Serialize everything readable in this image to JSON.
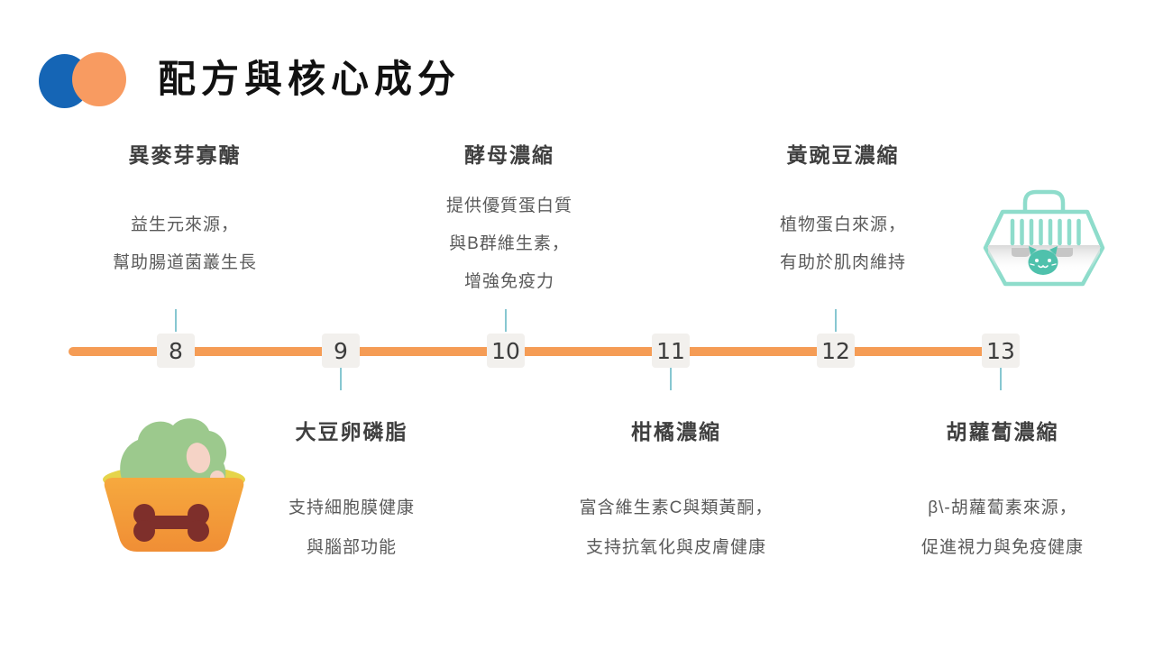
{
  "slide": {
    "title": "配方與核心成分"
  },
  "colors": {
    "accent_blue": "#1565B5",
    "accent_orange": "#F89B61",
    "timeline_orange": "#F59C55",
    "connector_teal": "#87C7D1",
    "badge_bg": "#F2F0ED",
    "badge_text": "#3C3C3C",
    "item_title_text": "#3F3F3F",
    "item_desc_text": "#5A5A5A",
    "carrier_teal": "#8EDCCB",
    "bowl_orange": "#F5A03C"
  },
  "icons": {
    "left": "pet-food-bowl-icon",
    "right": "pet-carrier-icon"
  },
  "timeline": {
    "items": [
      {
        "number": "8",
        "position": "top",
        "title": "異麥芽寡醣",
        "desc_lines": [
          "益生元來源，",
          "幫助腸道菌叢生長"
        ]
      },
      {
        "number": "9",
        "position": "bottom",
        "title": "大豆卵磷脂",
        "desc_lines": [
          "支持細胞膜健康",
          "與腦部功能"
        ]
      },
      {
        "number": "10",
        "position": "top",
        "title": "酵母濃縮",
        "desc_lines": [
          "提供優質蛋白質",
          "與B群維生素，",
          "增強免疫力"
        ]
      },
      {
        "number": "11",
        "position": "bottom",
        "title": "柑橘濃縮",
        "desc_lines": [
          "富含維生素C與類黃酮，",
          "支持抗氧化與皮膚健康"
        ]
      },
      {
        "number": "12",
        "position": "top",
        "title": "黃豌豆濃縮",
        "desc_lines": [
          "植物蛋白來源，",
          "有助於肌肉維持"
        ]
      },
      {
        "number": "13",
        "position": "bottom",
        "title": "胡蘿蔔濃縮",
        "desc_lines": [
          "β\\-胡蘿蔔素來源，",
          "促進視力與免疫健康"
        ]
      }
    ]
  }
}
